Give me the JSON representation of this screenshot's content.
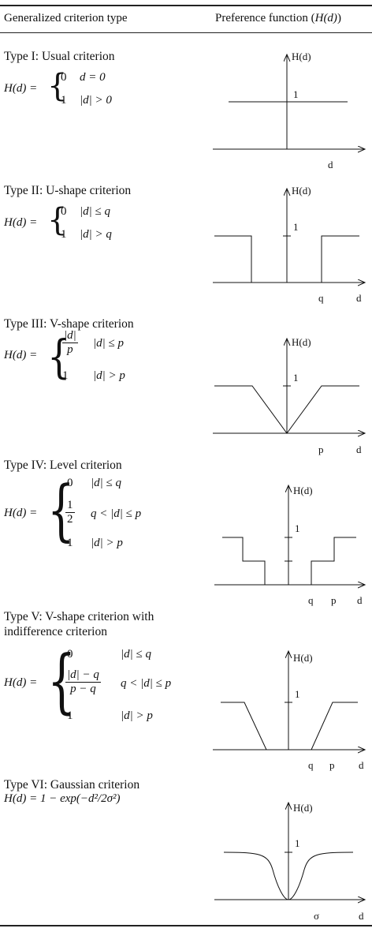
{
  "header": {
    "col1": "Generalized criterion type",
    "col2_prefix": "Preference function (",
    "col2_symbol": "H(d)",
    "col2_suffix": ")"
  },
  "types": [
    {
      "title": "Type I: Usual criterion",
      "lhs": "H(d) =",
      "cases": [
        {
          "value": "0",
          "condition": "d = 0"
        },
        {
          "value": "1",
          "condition": "|d| > 0"
        }
      ],
      "plot": {
        "y_label": "H(d)",
        "one_label": "1",
        "x_label": "d",
        "ticks": []
      }
    },
    {
      "title": "Type II: U-shape criterion",
      "lhs": "H(d) =",
      "cases": [
        {
          "value": "0",
          "condition": "|d| ≤ q"
        },
        {
          "value": "1",
          "condition": "|d| > q"
        }
      ],
      "plot": {
        "y_label": "H(d)",
        "one_label": "1",
        "x_label": "d",
        "ticks": [
          "q"
        ]
      }
    },
    {
      "title": "Type III: V-shape criterion",
      "lhs": "H(d) =",
      "cases": [
        {
          "value_num": "|d|",
          "value_den": "p",
          "condition": "|d| ≤ p"
        },
        {
          "value": "1",
          "condition": "|d| > p"
        }
      ],
      "plot": {
        "y_label": "H(d)",
        "one_label": "1",
        "x_label": "d",
        "ticks": [
          "p"
        ]
      }
    },
    {
      "title": "Type IV: Level criterion",
      "lhs": "H(d) =",
      "cases": [
        {
          "value": "0",
          "condition": "|d| ≤ q"
        },
        {
          "value_num": "1",
          "value_den": "2",
          "condition": "q < |d| ≤ p"
        },
        {
          "value": "1",
          "condition": "|d| > p"
        }
      ],
      "plot": {
        "y_label": "H(d)",
        "one_label": "1",
        "x_label": "d",
        "ticks": [
          "q",
          "p"
        ]
      }
    },
    {
      "title_line1": "Type V: V-shape criterion with",
      "title_line2": "indifference criterion",
      "lhs": "H(d) =",
      "cases": [
        {
          "value": "0",
          "condition": "|d| ≤ q"
        },
        {
          "value_num": "|d| − q",
          "value_den": "p − q",
          "condition": "q < |d| ≤ p"
        },
        {
          "value": "1",
          "condition": "|d| > p"
        }
      ],
      "plot": {
        "y_label": "H(d)",
        "one_label": "1",
        "x_label": "d",
        "ticks": [
          "q",
          "p"
        ]
      }
    },
    {
      "title": "Type VI: Gaussian criterion",
      "formula": "H(d) = 1 − exp(−d²/2σ²)",
      "plot": {
        "y_label": "H(d)",
        "one_label": "1",
        "x_label": "d",
        "ticks": [
          "σ"
        ]
      }
    }
  ]
}
